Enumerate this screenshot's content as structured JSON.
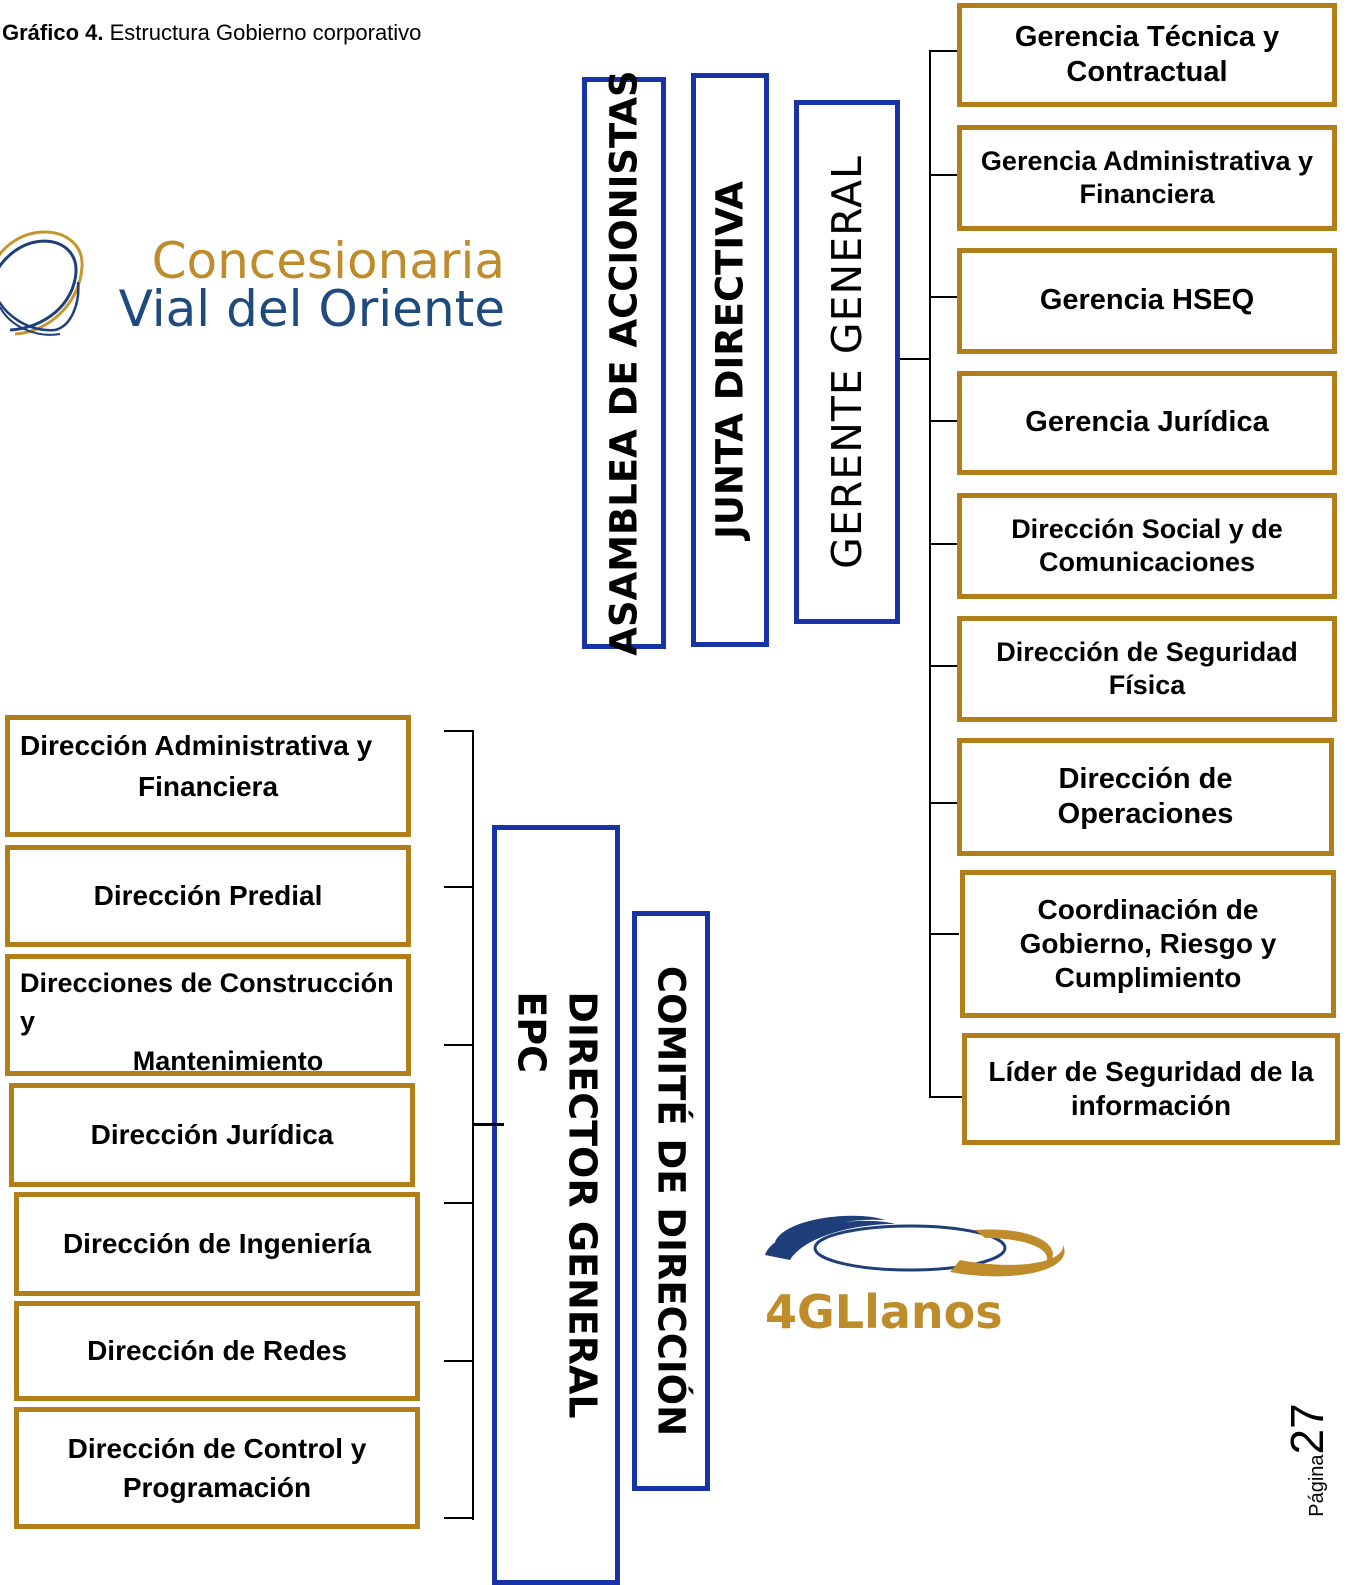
{
  "caption": {
    "label": "Gráfico 4.",
    "text": " Estructura Gobierno corporativo"
  },
  "logos": {
    "cvo_line1": "Concesionaria",
    "cvo_line2": "Vial del Oriente",
    "fourg": "4GLlanos"
  },
  "top_chain": {
    "asamblea": "ASAMBLEA DE ACCIONISTAS",
    "junta": "JUNTA DIRECTIVA",
    "gerente": "GERENTE GENERAL"
  },
  "right_boxes": [
    {
      "lines": [
        "Gerencia Técnica y",
        "Contractual"
      ]
    },
    {
      "lines": [
        "Gerencia Administrativa y",
        "Financiera"
      ]
    },
    {
      "lines": [
        "Gerencia HSEQ"
      ]
    },
    {
      "lines": [
        "Gerencia Jurídica"
      ]
    },
    {
      "lines": [
        "Dirección Social y de",
        "Comunicaciones"
      ]
    },
    {
      "lines": [
        "Dirección de Seguridad",
        "Física"
      ]
    },
    {
      "lines": [
        "Dirección de",
        "Operaciones"
      ]
    },
    {
      "lines": [
        "Coordinación de",
        "Gobierno, Riesgo y",
        "Cumplimiento"
      ]
    },
    {
      "lines": [
        "Líder de Seguridad de la",
        "información"
      ]
    }
  ],
  "epc": {
    "director_line1": "DIRECTOR GENERAL",
    "director_line2": "EPC",
    "comite": "COMITÉ DE DIRECCIÓN"
  },
  "left_boxes": [
    {
      "lines": [
        "Dirección Administrativa y",
        "Financiera"
      ]
    },
    {
      "lines": [
        "Dirección Predial"
      ]
    },
    {
      "lines": [
        "Direcciones de Construcción y",
        "Mantenimiento"
      ]
    },
    {
      "lines": [
        "Dirección Jurídica"
      ]
    },
    {
      "lines": [
        "Dirección de Ingeniería"
      ]
    },
    {
      "lines": [
        "Dirección de Redes"
      ]
    },
    {
      "lines": [
        "Dirección de Control y",
        "Programación"
      ]
    }
  ],
  "page": {
    "label": "Página",
    "number": "27"
  }
}
